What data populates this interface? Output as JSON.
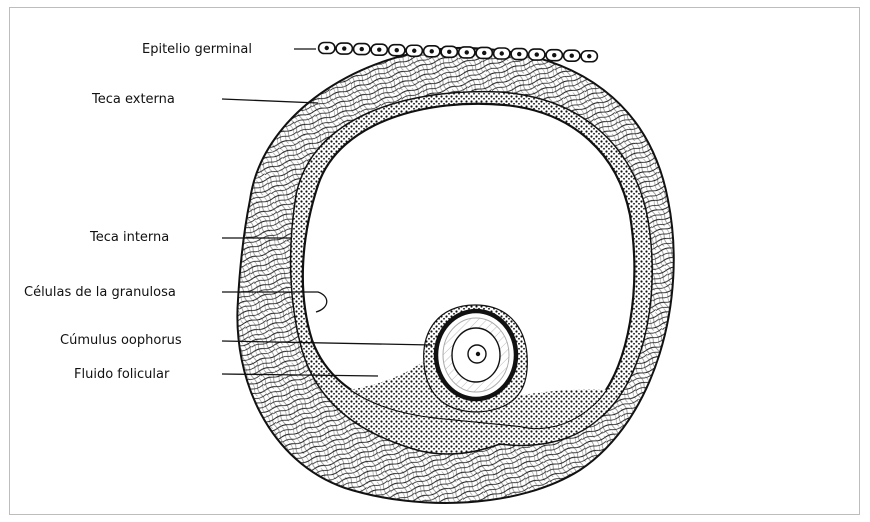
{
  "labels": {
    "epitelio": "Epitelio germinal",
    "teca_externa": "Teca externa",
    "teca_interna": "Teca interna",
    "granulosa": "Células de la granulosa",
    "cumulus": "Cúmulus oophorus",
    "fluido": "Fluido folicular"
  },
  "colors": {
    "ink": "#111111",
    "frame": "#bdbdbd",
    "background": "#ffffff"
  }
}
